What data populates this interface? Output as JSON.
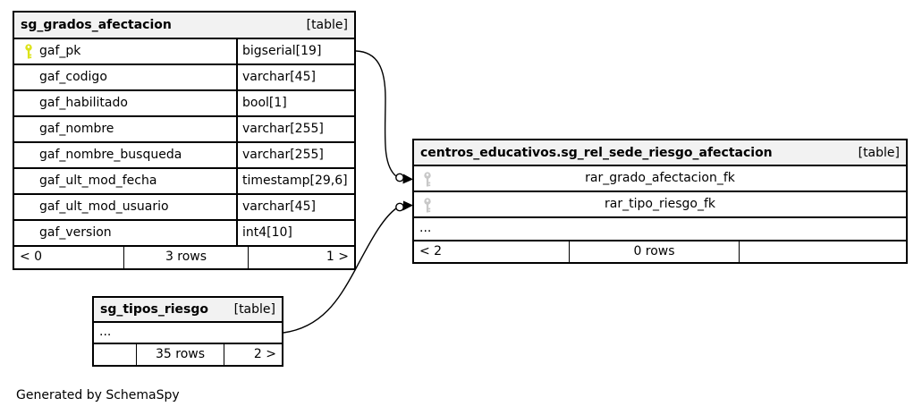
{
  "t1": {
    "title": "sg_grados_afectacion",
    "tag": "[table]",
    "rows": [
      {
        "name": "gaf_pk",
        "type": "bigserial[19]"
      },
      {
        "name": "gaf_codigo",
        "type": "varchar[45]"
      },
      {
        "name": "gaf_habilitado",
        "type": "bool[1]"
      },
      {
        "name": "gaf_nombre",
        "type": "varchar[255]"
      },
      {
        "name": "gaf_nombre_busqueda",
        "type": "varchar[255]"
      },
      {
        "name": "gaf_ult_mod_fecha",
        "type": "timestamp[29,6]"
      },
      {
        "name": "gaf_ult_mod_usuario",
        "type": "varchar[45]"
      },
      {
        "name": "gaf_version",
        "type": "int4[10]"
      }
    ],
    "footer": {
      "left": "< 0",
      "center": "3 rows",
      "right": "1 >"
    }
  },
  "t2": {
    "title": "centros_educativos.sg_rel_sede_riesgo_afectacion",
    "tag": "[table]",
    "rows": [
      {
        "name": "rar_grado_afectacion_fk"
      },
      {
        "name": "rar_tipo_riesgo_fk"
      }
    ],
    "ellipsis": "...",
    "footer": {
      "left": "< 2",
      "center": "0 rows",
      "right": ""
    }
  },
  "t3": {
    "title": "sg_tipos_riesgo",
    "tag": "[table]",
    "ellipsis": "...",
    "footer": {
      "left": "",
      "center": "35 rows",
      "right": "2 >"
    }
  },
  "caption": "Generated by SchemaSpy",
  "relationships": [
    {
      "from": "sg_grados_afectacion.gaf_pk",
      "to": "centros_educativos.sg_rel_sede_riesgo_afectacion.rar_grado_afectacion_fk"
    },
    {
      "from": "sg_tipos_riesgo",
      "to": "centros_educativos.sg_rel_sede_riesgo_afectacion.rar_tipo_riesgo_fk"
    }
  ],
  "colors": {
    "border": "#000000",
    "header_bg": "#f2f2f2",
    "pk_key": "#dce319",
    "fk_key": "#c8c8c8",
    "edge": "#000000"
  }
}
